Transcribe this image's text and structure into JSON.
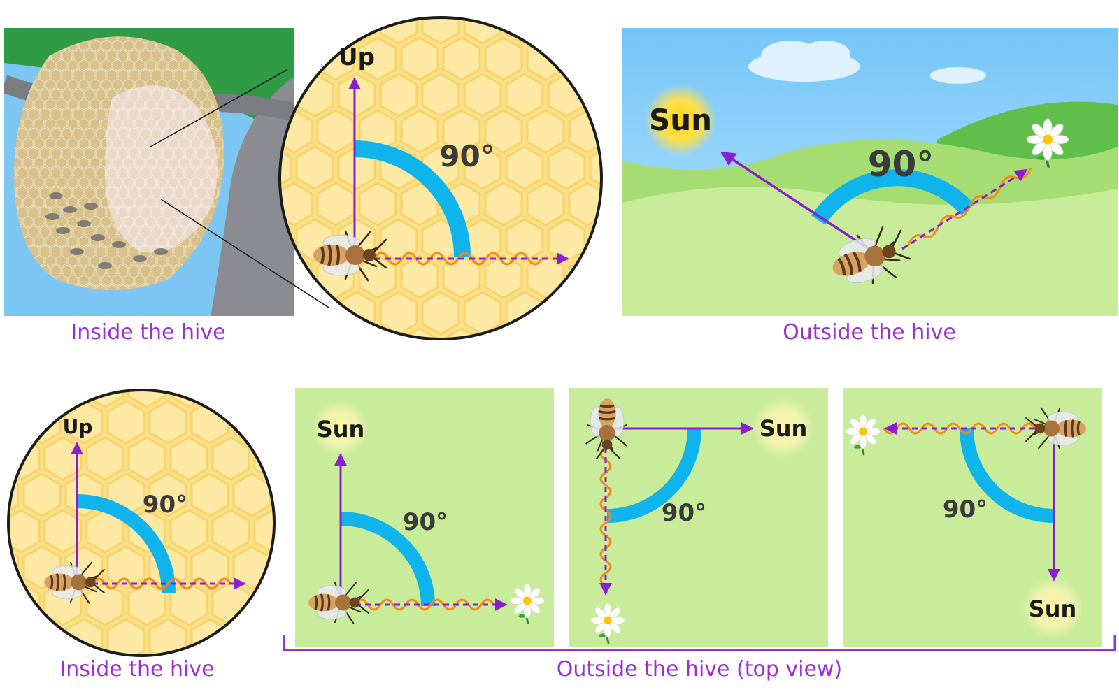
{
  "captions": {
    "inside_top": "Inside the hive",
    "outside_top": "Outside the hive",
    "inside_bottom": "Inside the hive",
    "outside_bottom": "Outside the hive (top view)"
  },
  "labels": {
    "up": "Up",
    "sun": "Sun",
    "angle": "90°"
  },
  "colors": {
    "caption": "#9b2fd1",
    "arrow": "#8a1fd0",
    "arc": "#10b4ec",
    "waggle": "#f08a1c",
    "honeycomb": "#fbe38a",
    "grass": "#c9ec9a",
    "sky": "#7fc9f5"
  },
  "icons": [
    "honeycomb",
    "bee-icon",
    "sun-icon",
    "flower-icon",
    "tree-icon",
    "beehive-icon",
    "cloud-icon",
    "bracket"
  ]
}
